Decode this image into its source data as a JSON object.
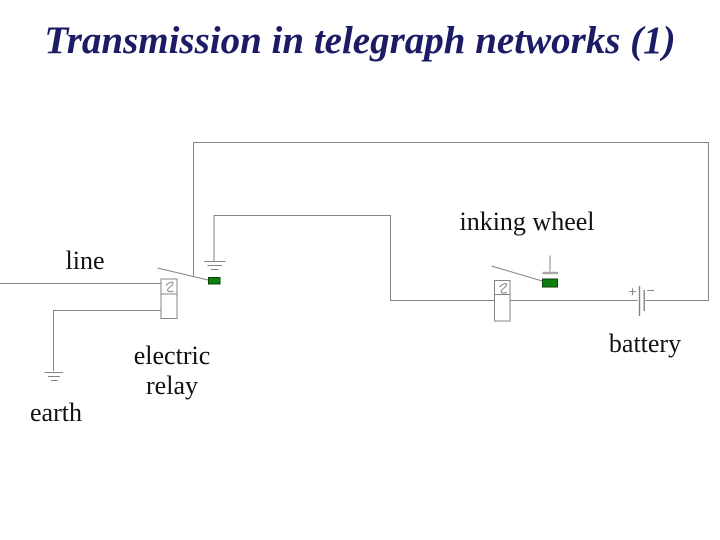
{
  "slide": {
    "title": "Transmission in telegraph networks (1)"
  },
  "diagram": {
    "labels": {
      "line": "line",
      "earth": "earth",
      "electric_relay": "electric\nrelay",
      "inking_wheel": "inking wheel",
      "battery": "battery",
      "battery_plus": "+",
      "battery_minus": "−"
    },
    "icons": [
      "earth-ground-icon",
      "relay-ground-icon",
      "relay-coil-icon",
      "relay-armature",
      "contact-icon",
      "battery-icon"
    ]
  },
  "colors": {
    "bg": "#ffffff",
    "title": "#1b1b66",
    "label": "#111111",
    "wire": "#848484",
    "contact_fill": "#0e7e0e",
    "contact_border": "#054705",
    "upper_bar": "#a8a8a8"
  }
}
